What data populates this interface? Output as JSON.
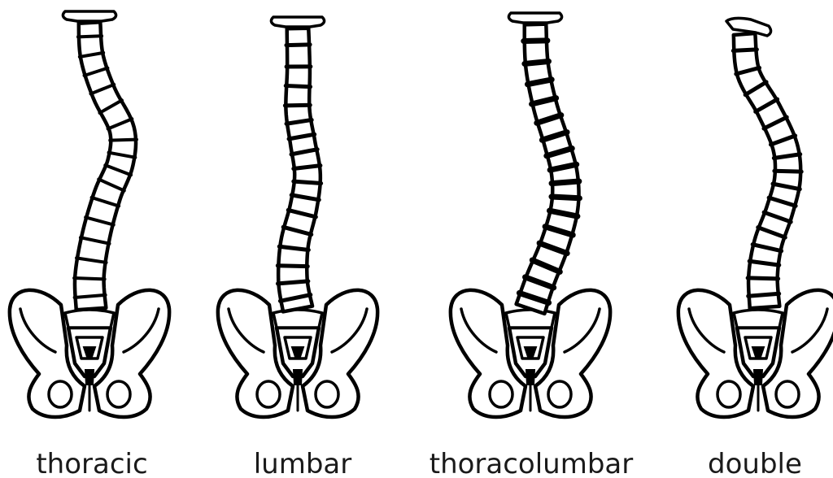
{
  "figure": {
    "panels": [
      {
        "label": "thoracic"
      },
      {
        "label": "lumbar"
      },
      {
        "label": "thoracolumbar"
      },
      {
        "label": "double"
      }
    ]
  }
}
